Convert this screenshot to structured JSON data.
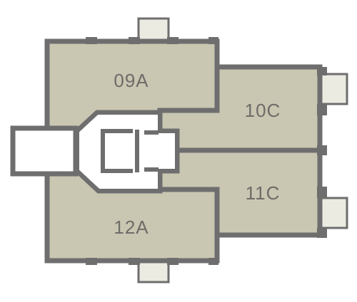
{
  "colors": {
    "wall": "#6e6e6e",
    "unit_fill": "#c9c6b2",
    "balcony_fill": "#ecebe1",
    "core_fill": "#ffffff",
    "label": "#6e6c68"
  },
  "units": [
    {
      "id": "09A",
      "label": "09A"
    },
    {
      "id": "10C",
      "label": "10C"
    },
    {
      "id": "11C",
      "label": "11C"
    },
    {
      "id": "12A",
      "label": "12A"
    }
  ]
}
